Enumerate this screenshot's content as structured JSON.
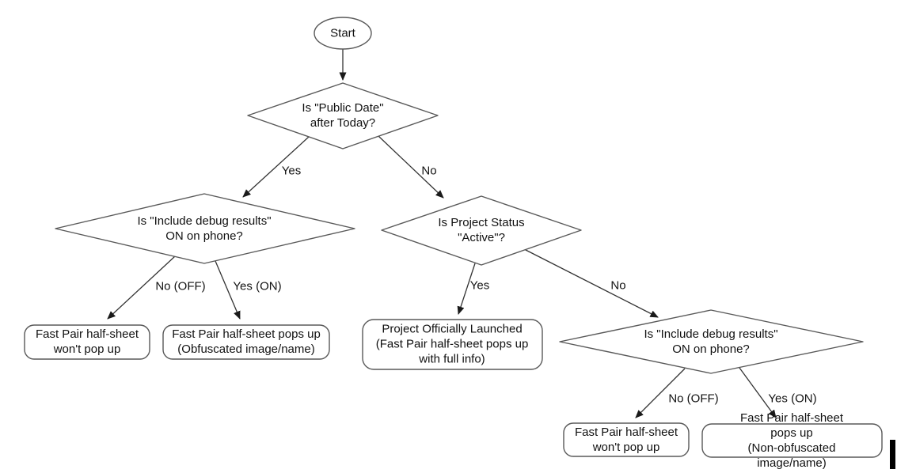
{
  "colors": {
    "background": "#ffffff",
    "shape_fill": "#ffffff",
    "shape_stroke": "#595959",
    "edge_line": "#333333",
    "text": "#111111",
    "cursor_artifact": "#000000"
  },
  "flowchart": {
    "nodes": {
      "start": {
        "type": "terminator",
        "label": "Start"
      },
      "public_date": {
        "type": "decision",
        "label": "Is \"Public Date\"\nafter Today?"
      },
      "debug_left": {
        "type": "decision",
        "label": "Is \"Include debug results\"\nON on phone?"
      },
      "project_status": {
        "type": "decision",
        "label": "Is Project Status\n\"Active\"?"
      },
      "debug_right": {
        "type": "decision",
        "label": "Is \"Include debug results\"\nON on phone?"
      },
      "no_popup_left": {
        "type": "result",
        "label": "Fast Pair half-sheet\nwon't pop up"
      },
      "obfuscated": {
        "type": "result",
        "label": "Fast Pair half-sheet pops up\n(Obfuscated image/name)"
      },
      "launched": {
        "type": "result",
        "label": "Project Officially Launched\n(Fast Pair half-sheet pops up\nwith full info)"
      },
      "no_popup_right": {
        "type": "result",
        "label": "Fast Pair half-sheet\nwon't pop up"
      },
      "non_obfuscated": {
        "type": "result",
        "label": "Fast Pair half-sheet pops up\n(Non-obfuscated image/name)"
      }
    },
    "edge_labels": {
      "public_date_yes": "Yes",
      "public_date_no": "No",
      "debug_left_no": "No (OFF)",
      "debug_left_yes": "Yes (ON)",
      "project_status_yes": "Yes",
      "project_status_no": "No",
      "debug_right_no": "No (OFF)",
      "debug_right_yes": "Yes (ON)"
    }
  }
}
